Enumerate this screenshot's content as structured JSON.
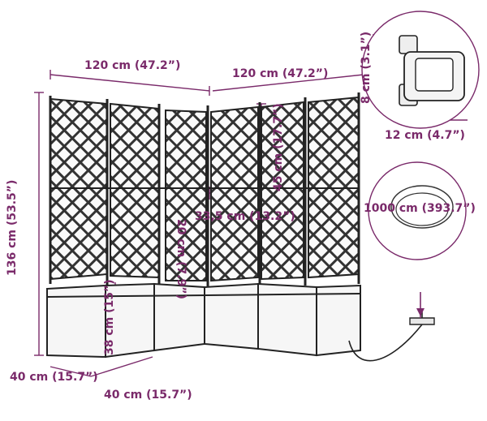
{
  "colors": {
    "dimension": "#7a2a6a",
    "line": "#2a2a2a",
    "panel_fill": "#f2f2f2",
    "background": "#ffffff"
  },
  "dimensions": {
    "top_left_width": "120 cm (47.2”)",
    "top_right_width": "120 cm (47.2”)",
    "total_height": "136 cm (53.5”)",
    "trellis_gap": "45 cm (17.7”)",
    "trellis_width": "33,5 cm (13.2”)",
    "planter_top_gap": "20 cm (7.9”)",
    "planter_height": "38 cm (15”)",
    "base_depth_left": "40 cm (15.7”)",
    "base_width_bottom": "40 cm (15.7”)",
    "hose_length": "1000 cm (393.7”)",
    "timer_height": "8 cm (3.1”)",
    "timer_width": "12 cm (4.7”)"
  },
  "icons": {
    "planter": "planter-with-trellis-illustration",
    "timer": "water-timer-icon",
    "hose": "coiled-hose-icon",
    "small_timer": "small-water-timer-icon"
  }
}
